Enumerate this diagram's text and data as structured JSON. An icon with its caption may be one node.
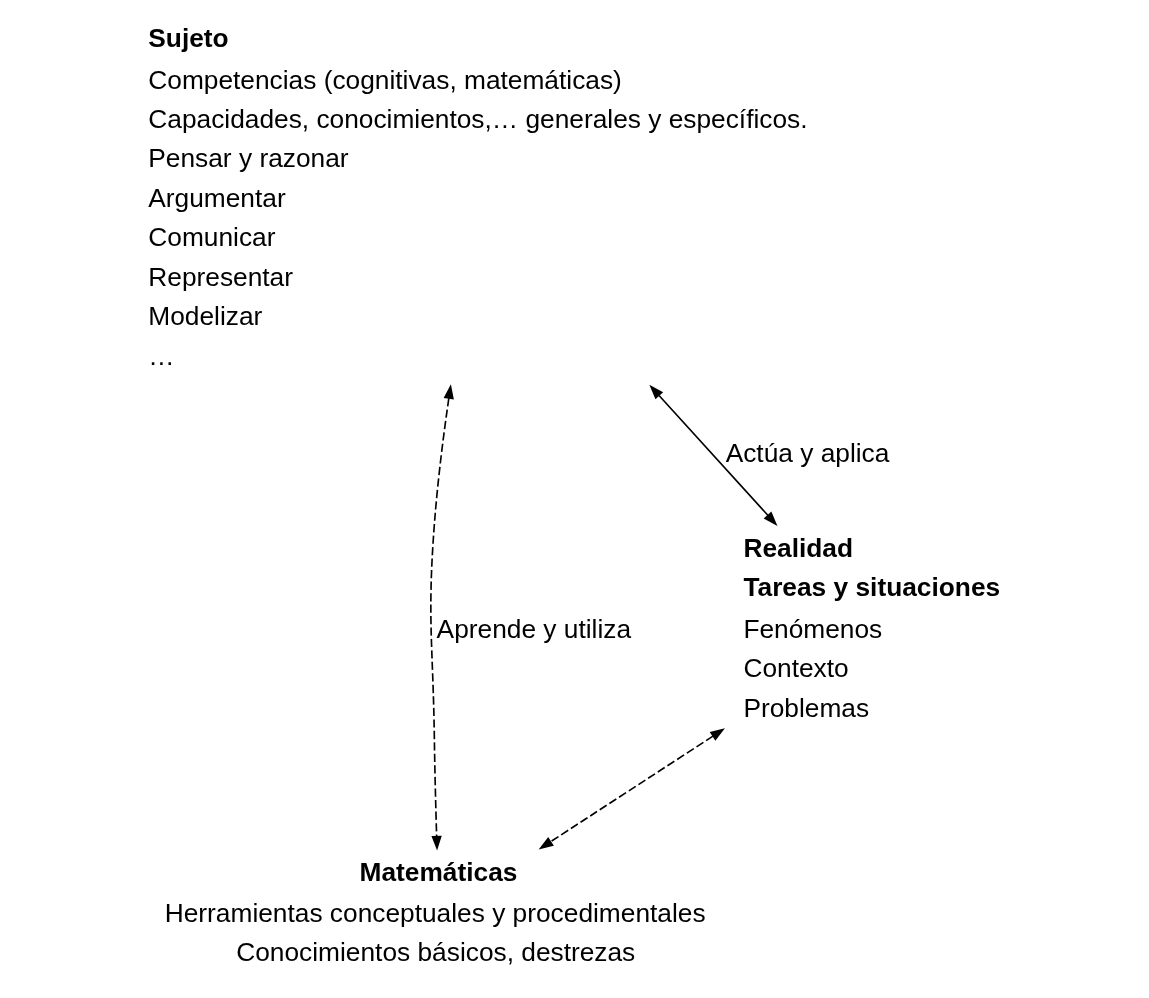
{
  "diagram": {
    "nodes": [
      {
        "text": [
          "Sujeto",
          "Competencias (cognitivas, matemáticas)",
          "Capacidades, conocimientos,… generales y específicos.",
          "Pensar y razonar",
          "Argumentar",
          "Comunicar",
          "Representar",
          "Modelizar",
          "…"
        ]
      },
      {
        "text": [
          "Matemáticas",
          "Herramientas conceptuales y procedimentales",
          "Conocimientos básicos, destrezas"
        ]
      },
      {
        "text": [
          "Realidad",
          "Tareas y situaciones",
          "Fenómenos",
          "Contexto",
          "Problemas"
        ]
      }
    ],
    "edges": [
      {
        "from": 0,
        "to": 1,
        "arrow": "both",
        "style": "dashed",
        "label": "Aprende y utiliza"
      },
      {
        "from": 0,
        "to": 2,
        "arrow": "both",
        "label": "Actúa y aplica"
      },
      {
        "from": 2,
        "to": 1,
        "arrow": "both",
        "style": "dashed"
      }
    ]
  }
}
